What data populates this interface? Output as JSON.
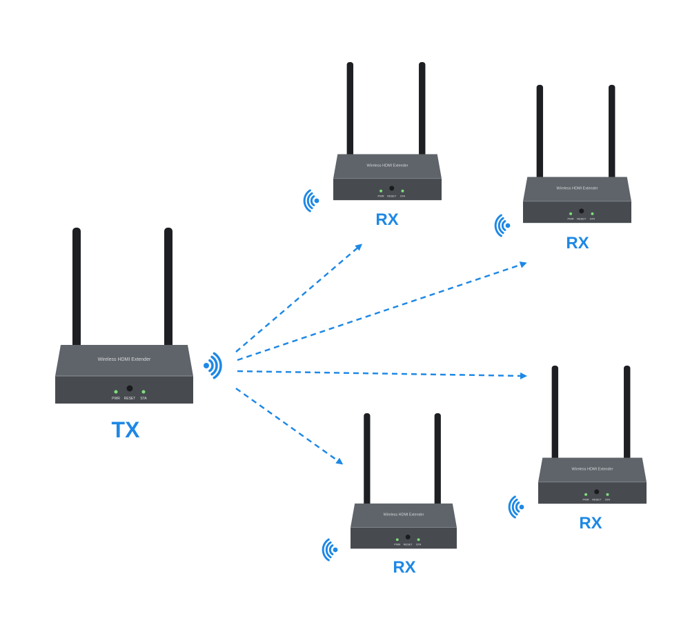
{
  "colors": {
    "accent": "#1e88e5",
    "device_top": "#5f646a",
    "device_front": "#474b50",
    "led": "#7fe07a"
  },
  "device_text": {
    "model": "Wireless HDMI Extender",
    "pwr": "PWR",
    "reset": "RESET",
    "sta": "STA"
  },
  "transmitter": {
    "label": "TX"
  },
  "receivers": [
    {
      "label": "RX"
    },
    {
      "label": "RX"
    },
    {
      "label": "RX"
    },
    {
      "label": "RX"
    }
  ]
}
